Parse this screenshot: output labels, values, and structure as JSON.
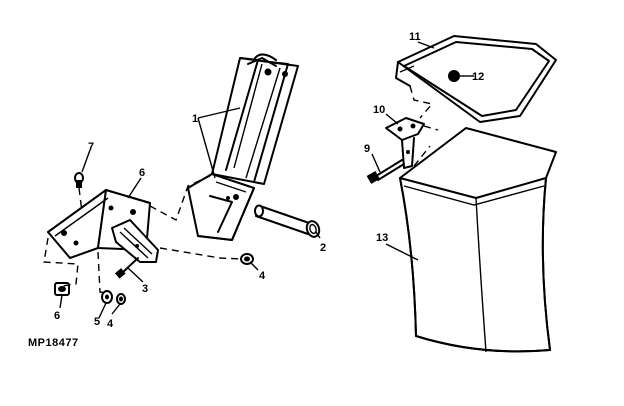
{
  "figure": {
    "id": "MP18477",
    "callouts": {
      "c1": "1",
      "c2": "2",
      "c3": "3",
      "c4a": "4",
      "c4b": "4",
      "c5": "5",
      "c6a": "6",
      "c6b": "6",
      "c7": "7",
      "c9": "9",
      "c10": "10",
      "c11": "11",
      "c12": "12",
      "c13": "13"
    }
  }
}
